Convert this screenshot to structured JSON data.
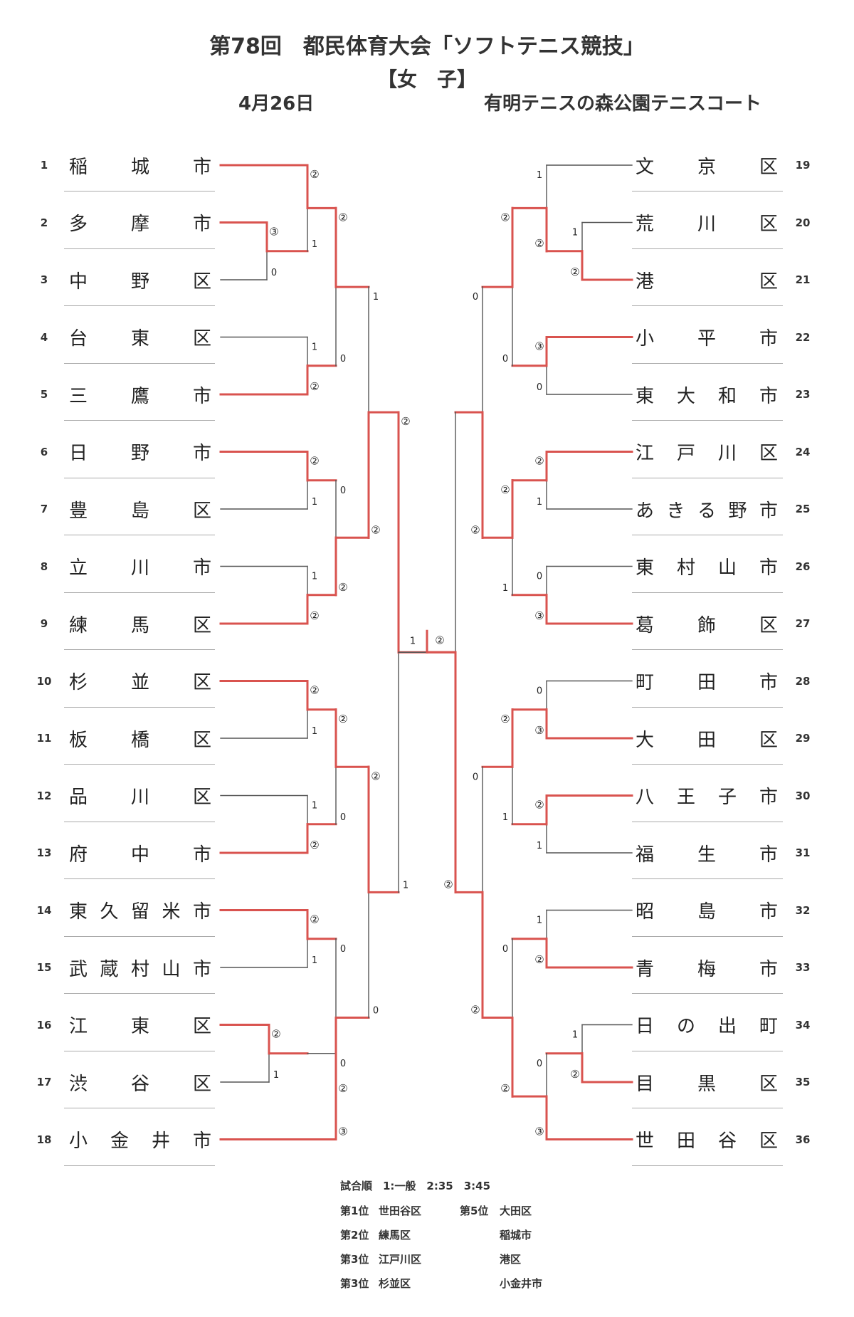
{
  "header": {
    "title": "第78回　都民体育大会「ソフトテニス競技」",
    "category": "【女　子】",
    "date": "4月26日",
    "venue": "有明テニスの森公園テニスコート"
  },
  "left_teams": [
    {
      "num": "1",
      "chars": [
        "稲",
        "城",
        "市"
      ]
    },
    {
      "num": "2",
      "chars": [
        "多",
        "摩",
        "市"
      ]
    },
    {
      "num": "3",
      "chars": [
        "中",
        "野",
        "区"
      ]
    },
    {
      "num": "4",
      "chars": [
        "台",
        "東",
        "区"
      ]
    },
    {
      "num": "5",
      "chars": [
        "三",
        "鷹",
        "市"
      ]
    },
    {
      "num": "6",
      "chars": [
        "日",
        "野",
        "市"
      ]
    },
    {
      "num": "7",
      "chars": [
        "豊",
        "島",
        "区"
      ]
    },
    {
      "num": "8",
      "chars": [
        "立",
        "川",
        "市"
      ]
    },
    {
      "num": "9",
      "chars": [
        "練",
        "馬",
        "区"
      ]
    },
    {
      "num": "10",
      "chars": [
        "杉",
        "並",
        "区"
      ]
    },
    {
      "num": "11",
      "chars": [
        "板",
        "橋",
        "区"
      ]
    },
    {
      "num": "12",
      "chars": [
        "品",
        "川",
        "区"
      ]
    },
    {
      "num": "13",
      "chars": [
        "府",
        "中",
        "市"
      ]
    },
    {
      "num": "14",
      "chars": [
        "東",
        "久",
        "留",
        "米",
        "市"
      ]
    },
    {
      "num": "15",
      "chars": [
        "武",
        "蔵",
        "村",
        "山",
        "市"
      ]
    },
    {
      "num": "16",
      "chars": [
        "江",
        "東",
        "区"
      ]
    },
    {
      "num": "17",
      "chars": [
        "渋",
        "谷",
        "区"
      ]
    },
    {
      "num": "18",
      "chars": [
        "小",
        "金",
        "井",
        "市"
      ]
    }
  ],
  "right_teams": [
    {
      "num": "19",
      "chars": [
        "文",
        "京",
        "区"
      ]
    },
    {
      "num": "20",
      "chars": [
        "荒",
        "川",
        "区"
      ]
    },
    {
      "num": "21",
      "chars": [
        "港",
        "区"
      ]
    },
    {
      "num": "22",
      "chars": [
        "小",
        "平",
        "市"
      ]
    },
    {
      "num": "23",
      "chars": [
        "東",
        "大",
        "和",
        "市"
      ]
    },
    {
      "num": "24",
      "chars": [
        "江",
        "戸",
        "川",
        "区"
      ]
    },
    {
      "num": "25",
      "chars": [
        "あ",
        "き",
        "る",
        "野",
        "市"
      ]
    },
    {
      "num": "26",
      "chars": [
        "東",
        "村",
        "山",
        "市"
      ]
    },
    {
      "num": "27",
      "chars": [
        "葛",
        "飾",
        "区"
      ]
    },
    {
      "num": "28",
      "chars": [
        "町",
        "田",
        "市"
      ]
    },
    {
      "num": "29",
      "chars": [
        "大",
        "田",
        "区"
      ]
    },
    {
      "num": "30",
      "chars": [
        "八",
        "王",
        "子",
        "市"
      ]
    },
    {
      "num": "31",
      "chars": [
        "福",
        "生",
        "市"
      ]
    },
    {
      "num": "32",
      "chars": [
        "昭",
        "島",
        "市"
      ]
    },
    {
      "num": "33",
      "chars": [
        "青",
        "梅",
        "市"
      ]
    },
    {
      "num": "34",
      "chars": [
        "日",
        "の",
        "出",
        "町"
      ]
    },
    {
      "num": "35",
      "chars": [
        "目",
        "黒",
        "区"
      ]
    },
    {
      "num": "36",
      "chars": [
        "世",
        "田",
        "谷",
        "区"
      ]
    }
  ],
  "score_labels": {
    "win2": "②",
    "win3": "③",
    "one": "1",
    "zero": "0"
  },
  "colors": {
    "winner_line": "#d9534f",
    "loser_line": "#555555"
  },
  "footer": {
    "schedule": "試合順　1:一般　2:35　3:45",
    "rank1_label": "第1位",
    "rank1_team": "世田谷区",
    "rank2_label": "第2位",
    "rank2_team": "練馬区",
    "rank3a_label": "第3位",
    "rank3a_team": "江戸川区",
    "rank3b_label": "第3位",
    "rank3b_team": "杉並区",
    "rank5_label": "第5位",
    "rank5_teams": [
      "大田区",
      "稲城市",
      "港区",
      "小金井市"
    ]
  }
}
